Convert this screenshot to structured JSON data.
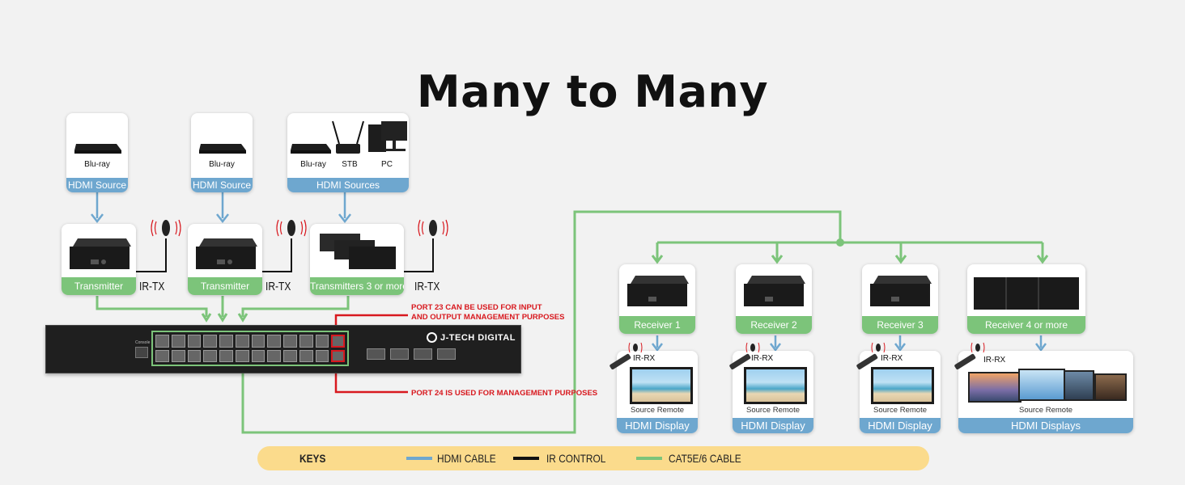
{
  "title": "Many to Many",
  "sources": [
    {
      "items": [
        "Blu-ray"
      ],
      "caption": "HDMI Source"
    },
    {
      "items": [
        "Blu-ray"
      ],
      "caption": "HDMI Source"
    },
    {
      "items": [
        "Blu-ray",
        "STB",
        "PC"
      ],
      "caption": "HDMI Sources"
    }
  ],
  "transmitters": [
    "Transmitter",
    "Transmitter",
    "Transmitters 3 or more"
  ],
  "ir_tx_label": "IR-TX",
  "ir_rx_label": "IR-RX",
  "switch_brand": "J-TECH DIGITAL",
  "switch_console": "Console",
  "notes": {
    "port23": [
      "PORT 23  CAN BE USED FOR INPUT",
      "AND OUTPUT MANAGEMENT PURPOSES"
    ],
    "port24": "PORT 24 IS USED FOR MANAGEMENT PURPOSES"
  },
  "receivers": [
    "Receiver 1",
    "Receiver 2",
    "Receiver 3",
    "Receiver 4 or more"
  ],
  "displays": [
    {
      "remote": "Source Remote",
      "caption": "HDMI Display"
    },
    {
      "remote": "Source Remote",
      "caption": "HDMI Display"
    },
    {
      "remote": "Source Remote",
      "caption": "HDMI Display"
    },
    {
      "remote": "Source Remote",
      "caption": "HDMI Displays"
    }
  ],
  "keys": {
    "title": "KEYS",
    "items": [
      {
        "label": "HDMI CABLE",
        "color": "#6ea7cf"
      },
      {
        "label": "IR CONTROL",
        "color": "#111111"
      },
      {
        "label": "CAT5E/6 CABLE",
        "color": "#7cc47a"
      }
    ]
  },
  "colors": {
    "hdmi": "#6ea7cf",
    "ir": "#111111",
    "cat": "#7cc47a",
    "note": "#d8191f"
  }
}
